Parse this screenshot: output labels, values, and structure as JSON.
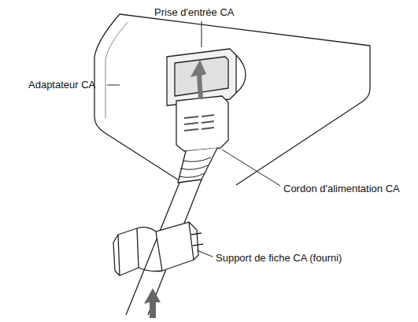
{
  "diagram": {
    "labels": [
      "Prise d'entrée CA",
      "Adaptateur CA",
      "Cordon d'alimentation CA",
      "Support de fiche CA (fourni)"
    ]
  }
}
